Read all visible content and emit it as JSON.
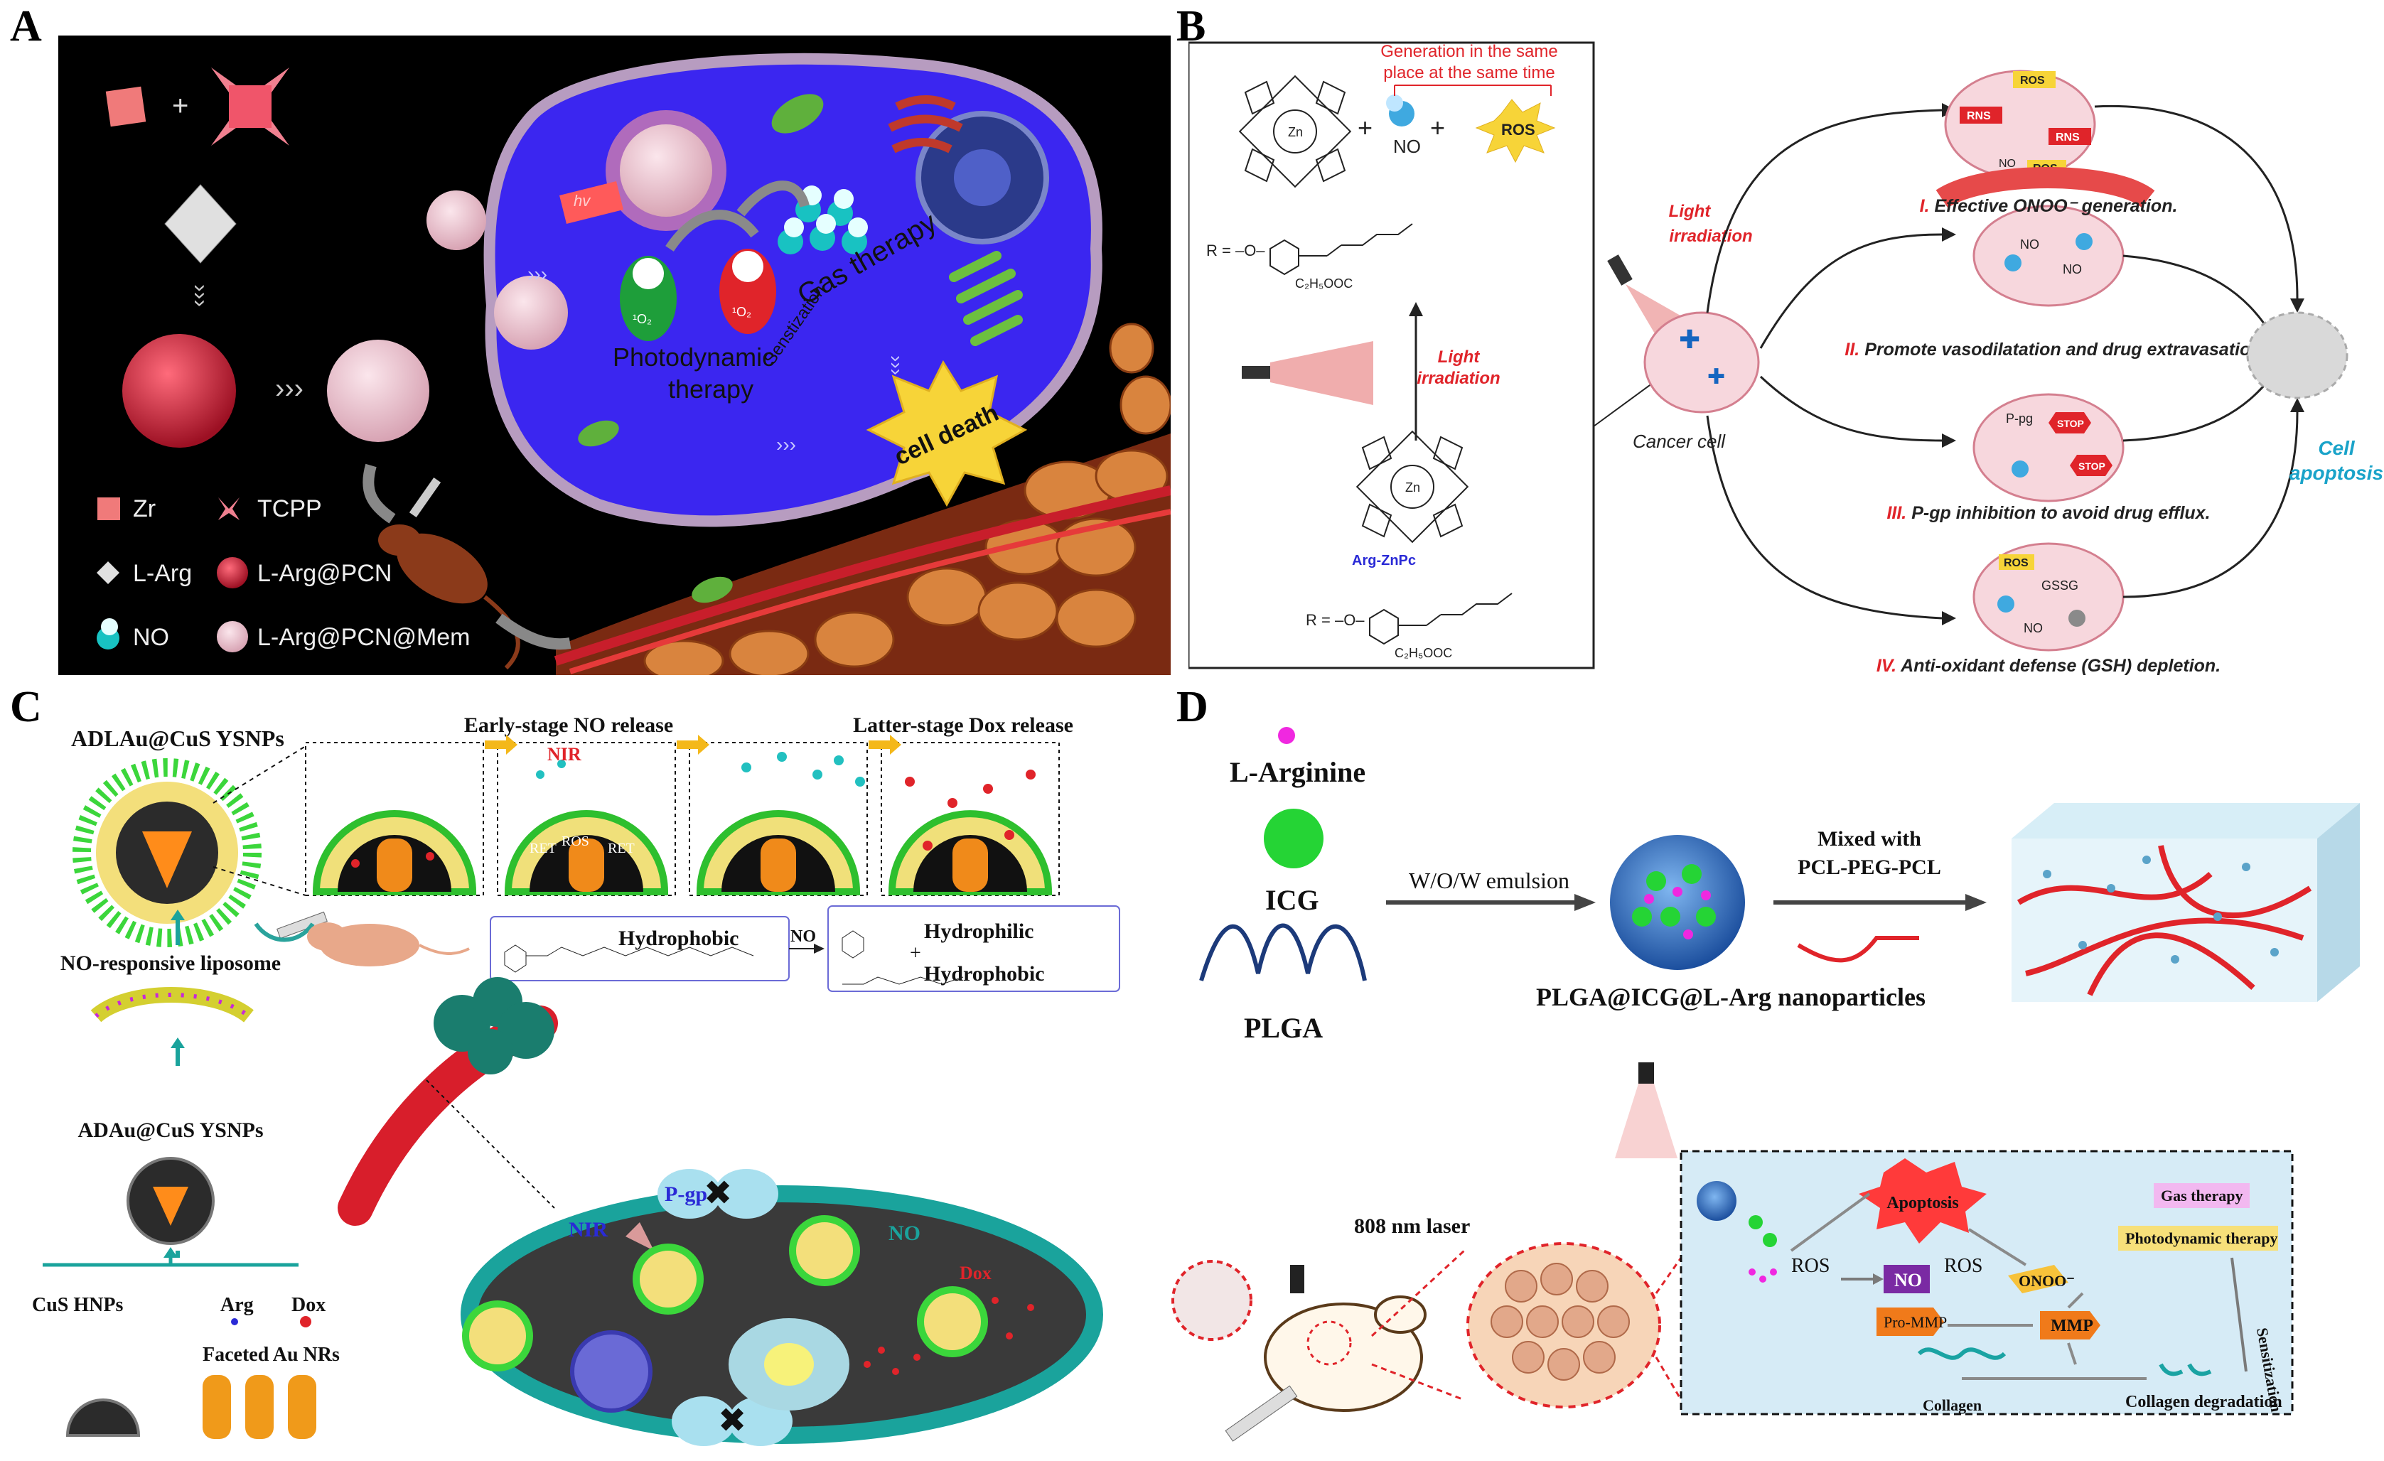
{
  "panels": {
    "a": {
      "label": "A",
      "cell_labels": {
        "hv": "hv",
        "pdt": "Photodynamic therapy",
        "pdt_line1": "Photodynamic",
        "pdt_line2": "therapy",
        "gas": "Gas therapy",
        "sens": "Senstization",
        "death": "cell death",
        "o2": "¹O₂"
      },
      "legend": [
        {
          "key": "zr",
          "text": "Zr"
        },
        {
          "key": "tcpp",
          "text": "TCPP"
        },
        {
          "key": "larg",
          "text": "L-Arg"
        },
        {
          "key": "pcn",
          "text": "L-Arg@PCN"
        },
        {
          "key": "no",
          "text": "NO"
        },
        {
          "key": "mem",
          "text": "L-Arg@PCN@Mem"
        }
      ],
      "colors": {
        "background": "#000000",
        "cell": "#3b26f0",
        "accent_red": "#e0242a",
        "death": "#f7d438"
      }
    },
    "b": {
      "label": "B",
      "box": {
        "generation": "Generation in the same place at the same time",
        "gen_line1": "Generation in the same",
        "gen_line2": "place at the same time",
        "plus1": "+",
        "plus2": "+",
        "no": "NO",
        "ros": "ROS",
        "r_def1": "R = –O–",
        "light1": "Light",
        "light2": "irradiation",
        "arg_znpc": "Arg-ZnPc",
        "r_def2": "R = –O–"
      },
      "left": {
        "light1": "Light",
        "light2": "irradiation",
        "cancer_cell": "Cancer cell"
      },
      "steps": [
        {
          "numeral": "I.",
          "text": "Effective ONOO⁻ generation."
        },
        {
          "numeral": "II.",
          "text": "Promote vasodilatation and drug extravasation."
        },
        {
          "numeral": "III.",
          "text": "P-gp inhibition to avoid drug efflux."
        },
        {
          "numeral": "IV.",
          "text": "Anti-oxidant defense (GSH) depletion."
        }
      ],
      "cell_apoptosis": {
        "line1": "Cell",
        "line2": "apoptosis"
      },
      "badges": {
        "ros": "ROS",
        "rns": "RNS",
        "no": "NO",
        "stop": "STOP",
        "pgp": "P-pg",
        "gssg": "GSSG"
      }
    },
    "c": {
      "label": "C",
      "adl": "ADLAu@CuS YSNPs",
      "early": "Early-stage NO release",
      "latter": "Latter-stage Dox release",
      "nir": "NIR",
      "hydrophobic": "Hydrophobic",
      "no": "NO",
      "hydrophilic": "Hydrophilic",
      "plus": "+",
      "hydrophobic2": "Hydrophobic",
      "liposome": "NO-responsive liposome",
      "ad": "ADAu@CuS YSNPs",
      "cus": "CuS HNPs",
      "arg": "Arg",
      "dox": "Dox",
      "faceted": "Faceted Au NRs",
      "pgp": "P-gp",
      "nir2": "NIR",
      "no2": "NO",
      "dox2": "Dox",
      "ret": "RET",
      "ros": "ROS"
    },
    "d": {
      "label": "D",
      "larg": "L-Arginine",
      "icg": "ICG",
      "plga": "PLGA",
      "emulsion": "W/O/W emulsion",
      "mixed1": "Mixed with",
      "mixed2": "PCL-PEG-PCL",
      "np": "PLGA@ICG@L-Arg  nanoparticles",
      "laser": "808 nm laser",
      "apoptosis": "Apoptosis",
      "ros1": "ROS",
      "no": "NO",
      "ros2": "ROS",
      "onoo": "ONOO⁻",
      "promm": "Pro-MMP",
      "mmp": "MMP",
      "collagen": "Collagen",
      "degradation": "Collagen degradation",
      "gas": "Gas therapy",
      "pdt": "Photodynamic therapy",
      "sens": "Sensitization"
    }
  }
}
